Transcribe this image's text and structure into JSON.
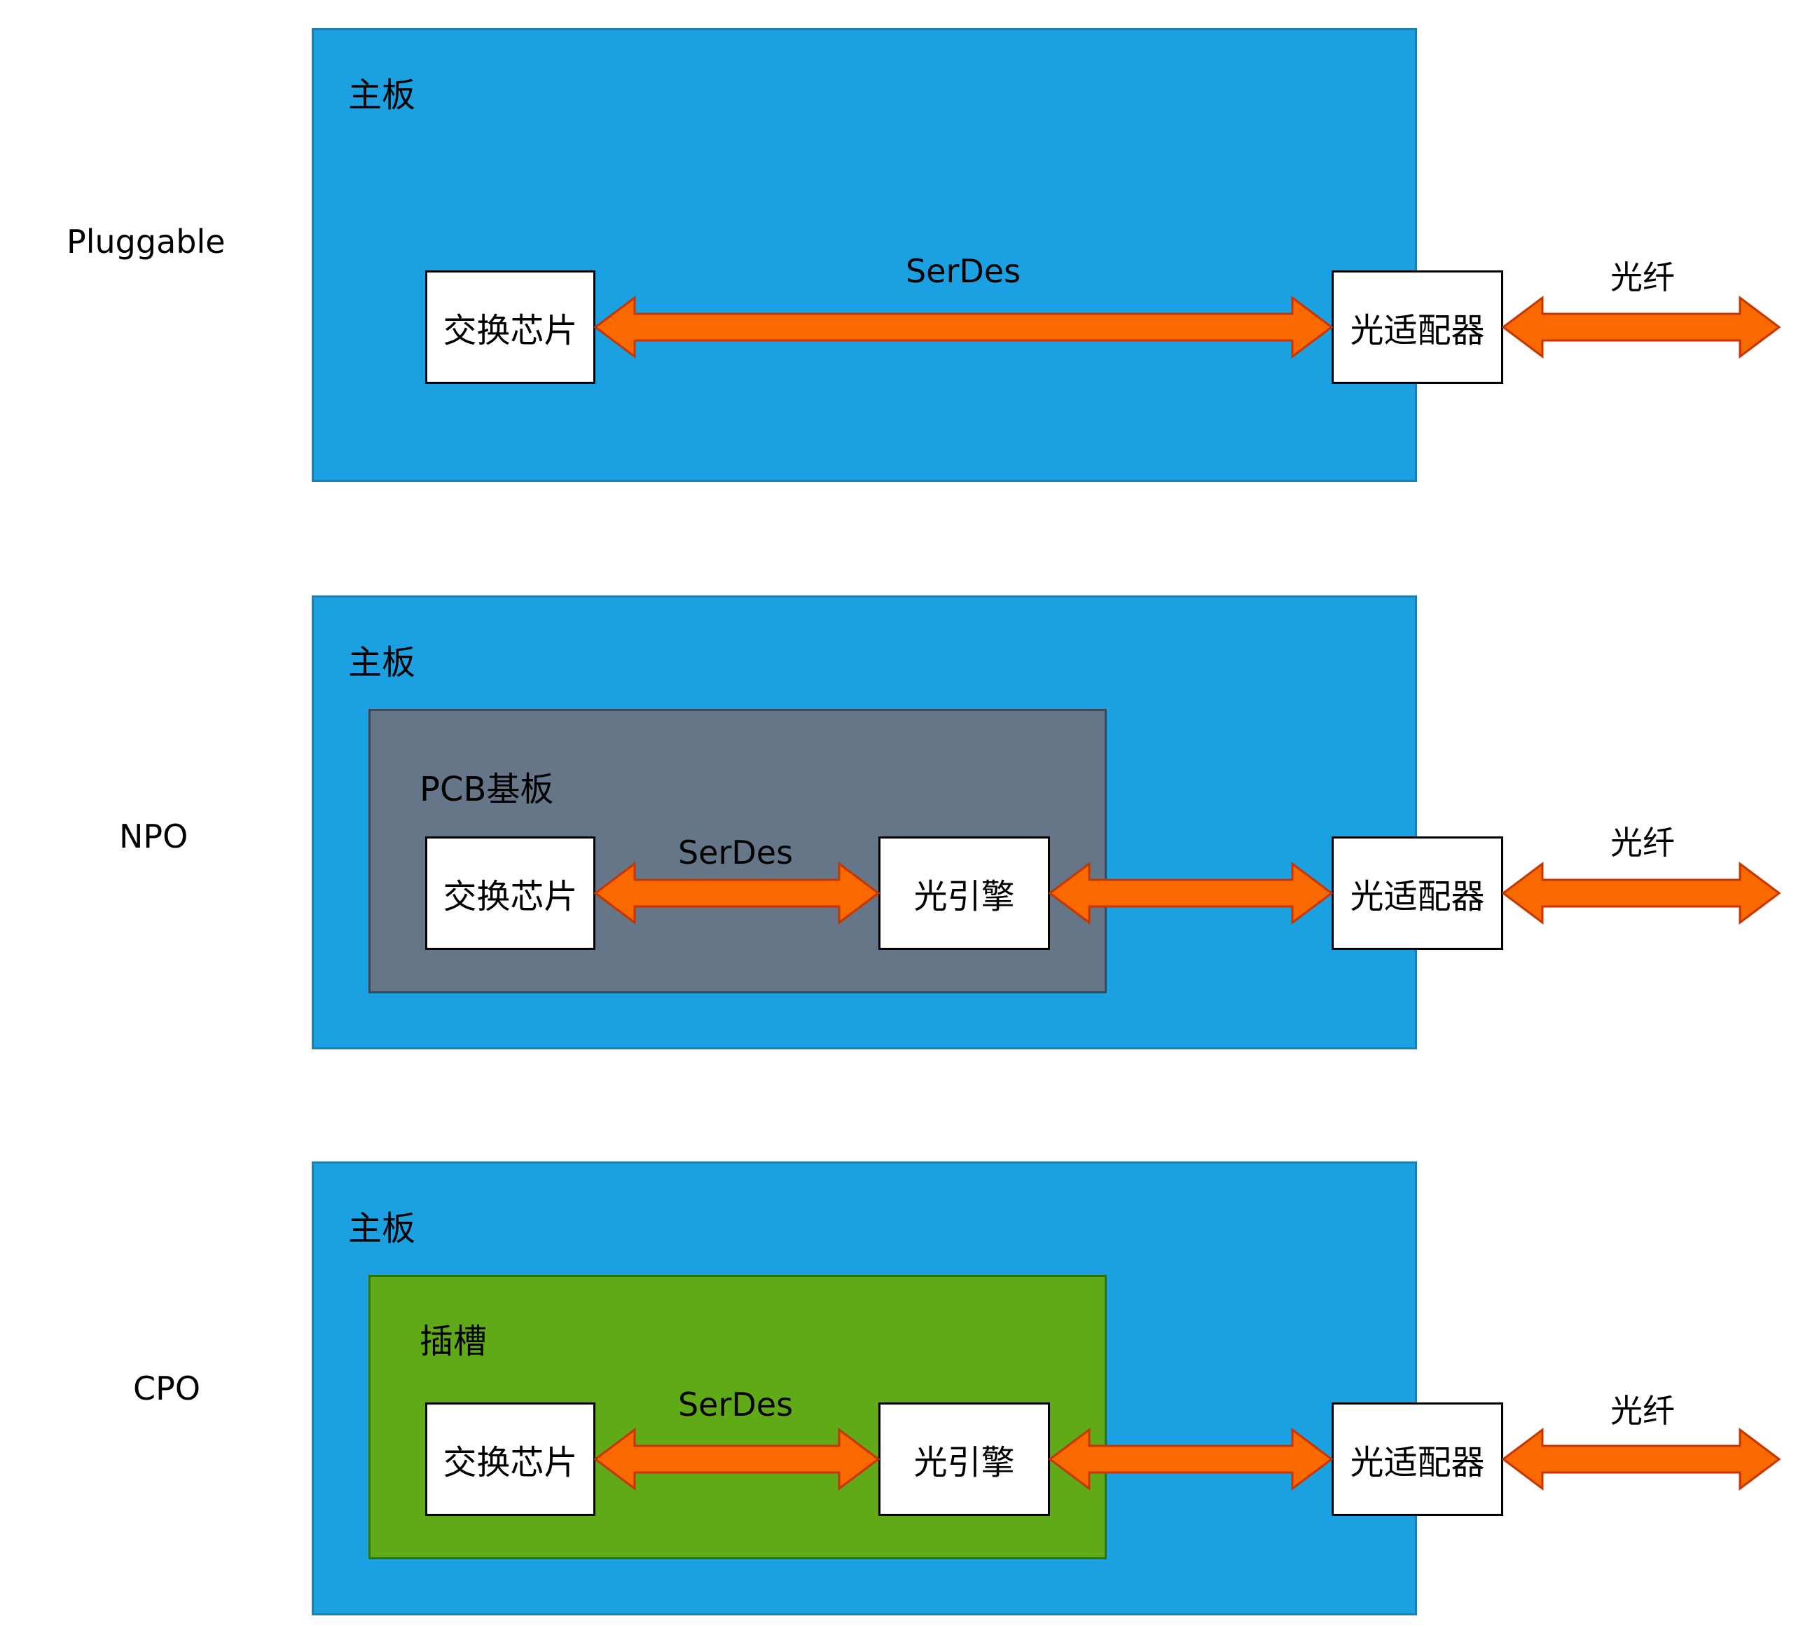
{
  "colors": {
    "board_fill": "#1ba1e2",
    "board_stroke": "#1f7fb3",
    "pcb_fill": "#647687",
    "slot_fill": "#60a917",
    "arrow_fill": "#fa6800",
    "arrow_stroke": "#c73500"
  },
  "rows": [
    {
      "label": "Pluggable",
      "board_label": "主板",
      "chip": "交换芯片",
      "serdes": "SerDes",
      "adapter": "光适配器",
      "fiber": "光纤"
    },
    {
      "label": "NPO",
      "board_label": "主板",
      "substrate_label": "PCB基板",
      "chip": "交换芯片",
      "serdes": "SerDes",
      "engine": "光引擎",
      "adapter": "光适配器",
      "fiber": "光纤"
    },
    {
      "label": "CPO",
      "board_label": "主板",
      "substrate_label": "插槽",
      "chip": "交换芯片",
      "serdes": "SerDes",
      "engine": "光引擎",
      "adapter": "光适配器",
      "fiber": "光纤"
    }
  ]
}
